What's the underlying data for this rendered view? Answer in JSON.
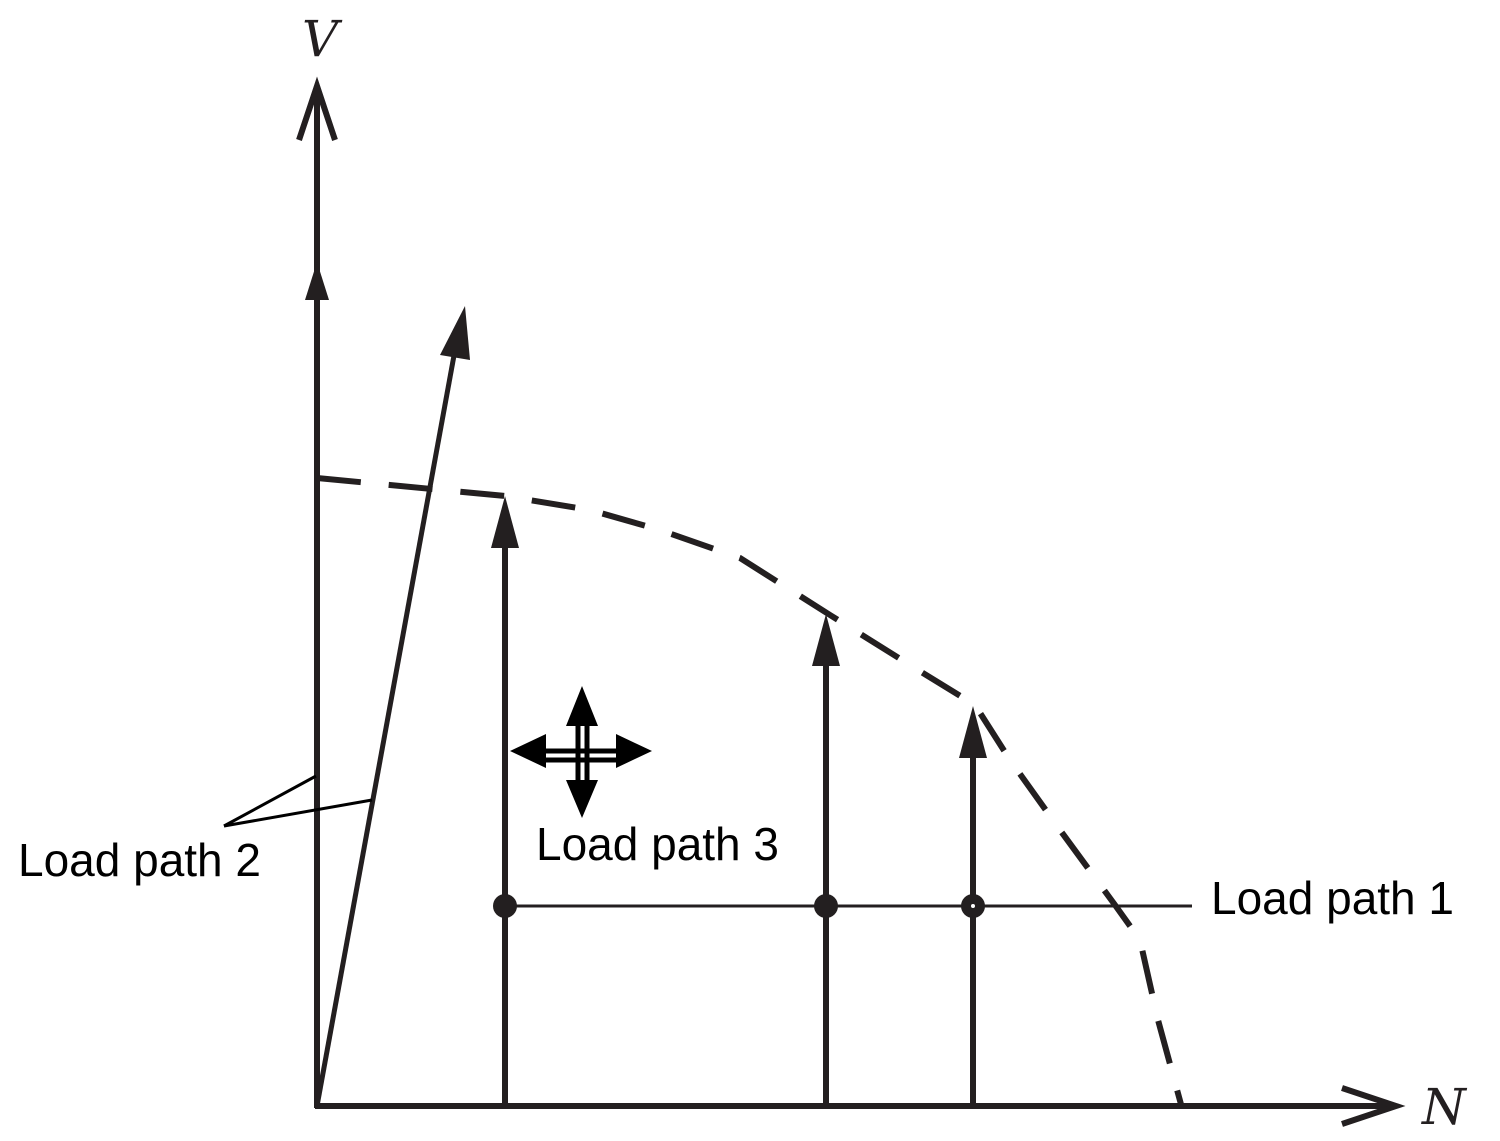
{
  "axes": {
    "vertical_label": "V",
    "horizontal_label": "N"
  },
  "labels": {
    "load_path_1": "Load path 1",
    "load_path_2": "Load path 2",
    "load_path_3": "Load path 3"
  },
  "colors": {
    "stroke": "#231f20",
    "text": "#000000",
    "background": "#ffffff"
  },
  "icons": {
    "load_path_3_marker": "four-way-arrow-icon"
  }
}
